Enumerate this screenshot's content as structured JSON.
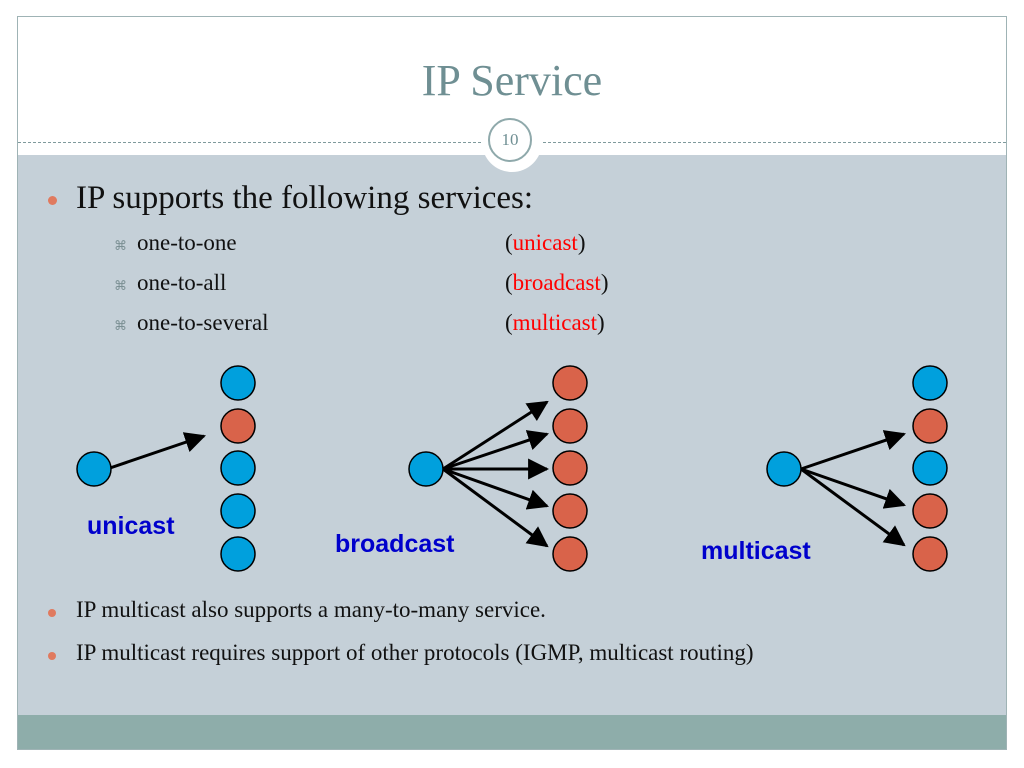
{
  "title": "IP Service",
  "slide_number": "10",
  "main_bullet": "IP supports the following services:",
  "services": [
    {
      "text": "one-to-one",
      "term": "unicast"
    },
    {
      "text": "one-to-all",
      "term": "broadcast"
    },
    {
      "text": "one-to-several",
      "term": "multicast"
    }
  ],
  "diagram_labels": {
    "unicast": "unicast",
    "broadcast": "broadcast",
    "multicast": "multicast"
  },
  "colors": {
    "blue_node": "#00a0dd",
    "orange_node": "#d9634a",
    "term_red": "#ff0000",
    "label_blue": "#0000cc"
  },
  "bottom_bullets": [
    "IP multicast also supports a many-to-many service.",
    "IP multicast requires support of other protocols (IGMP, multicast routing)"
  ],
  "symbols": {
    "open_paren": "(",
    "close_paren": ")"
  }
}
